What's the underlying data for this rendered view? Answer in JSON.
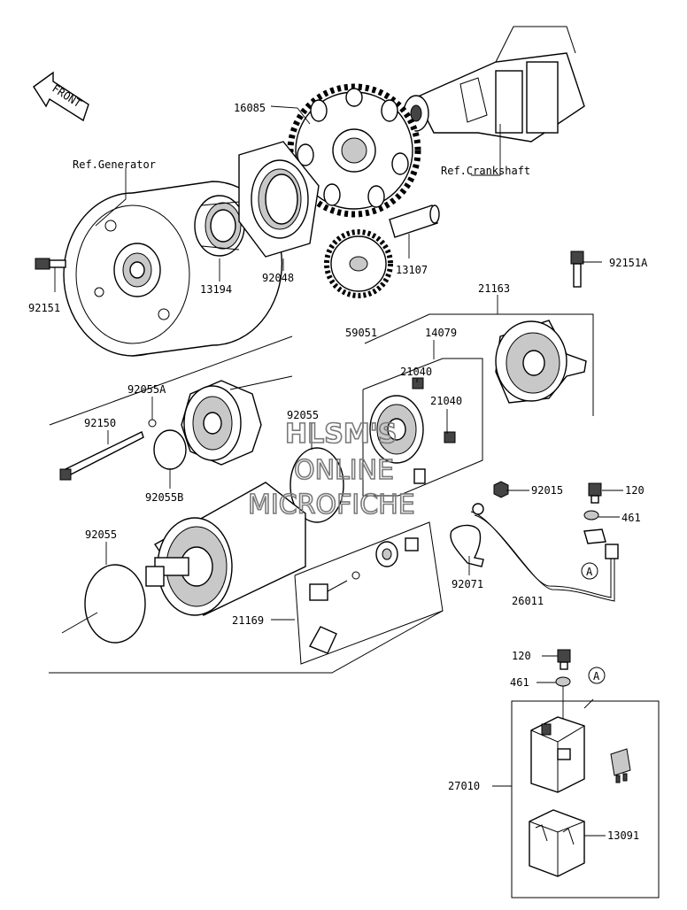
{
  "front_label": "FRONT",
  "ref_labels": {
    "generator": "Ref.Generator",
    "crankshaft": "Ref.Crankshaft"
  },
  "parts": {
    "p16085": "16085",
    "p92151": "92151",
    "p13194": "13194",
    "p92048": "92048",
    "p13107": "13107",
    "p92151A": "92151A",
    "p21163": "21163",
    "p59051": "59051",
    "p14079": "14079",
    "p21040a": "21040",
    "p21040b": "21040",
    "p92055A": "92055A",
    "p92150": "92150",
    "p92055top": "92055",
    "p92055B": "92055B",
    "p92015": "92015",
    "p120a": "120",
    "p461a": "461",
    "p92055": "92055",
    "p92071": "92071",
    "p26011": "26011",
    "p21169": "21169",
    "p120b": "120",
    "p461b": "461",
    "p27010": "27010",
    "p13091": "13091"
  },
  "callouts": {
    "a1": "A",
    "a2": "A"
  },
  "watermark": {
    "line1": "HLSM'S",
    "line2": "ONLINE",
    "line3": "MICROFICHE"
  }
}
